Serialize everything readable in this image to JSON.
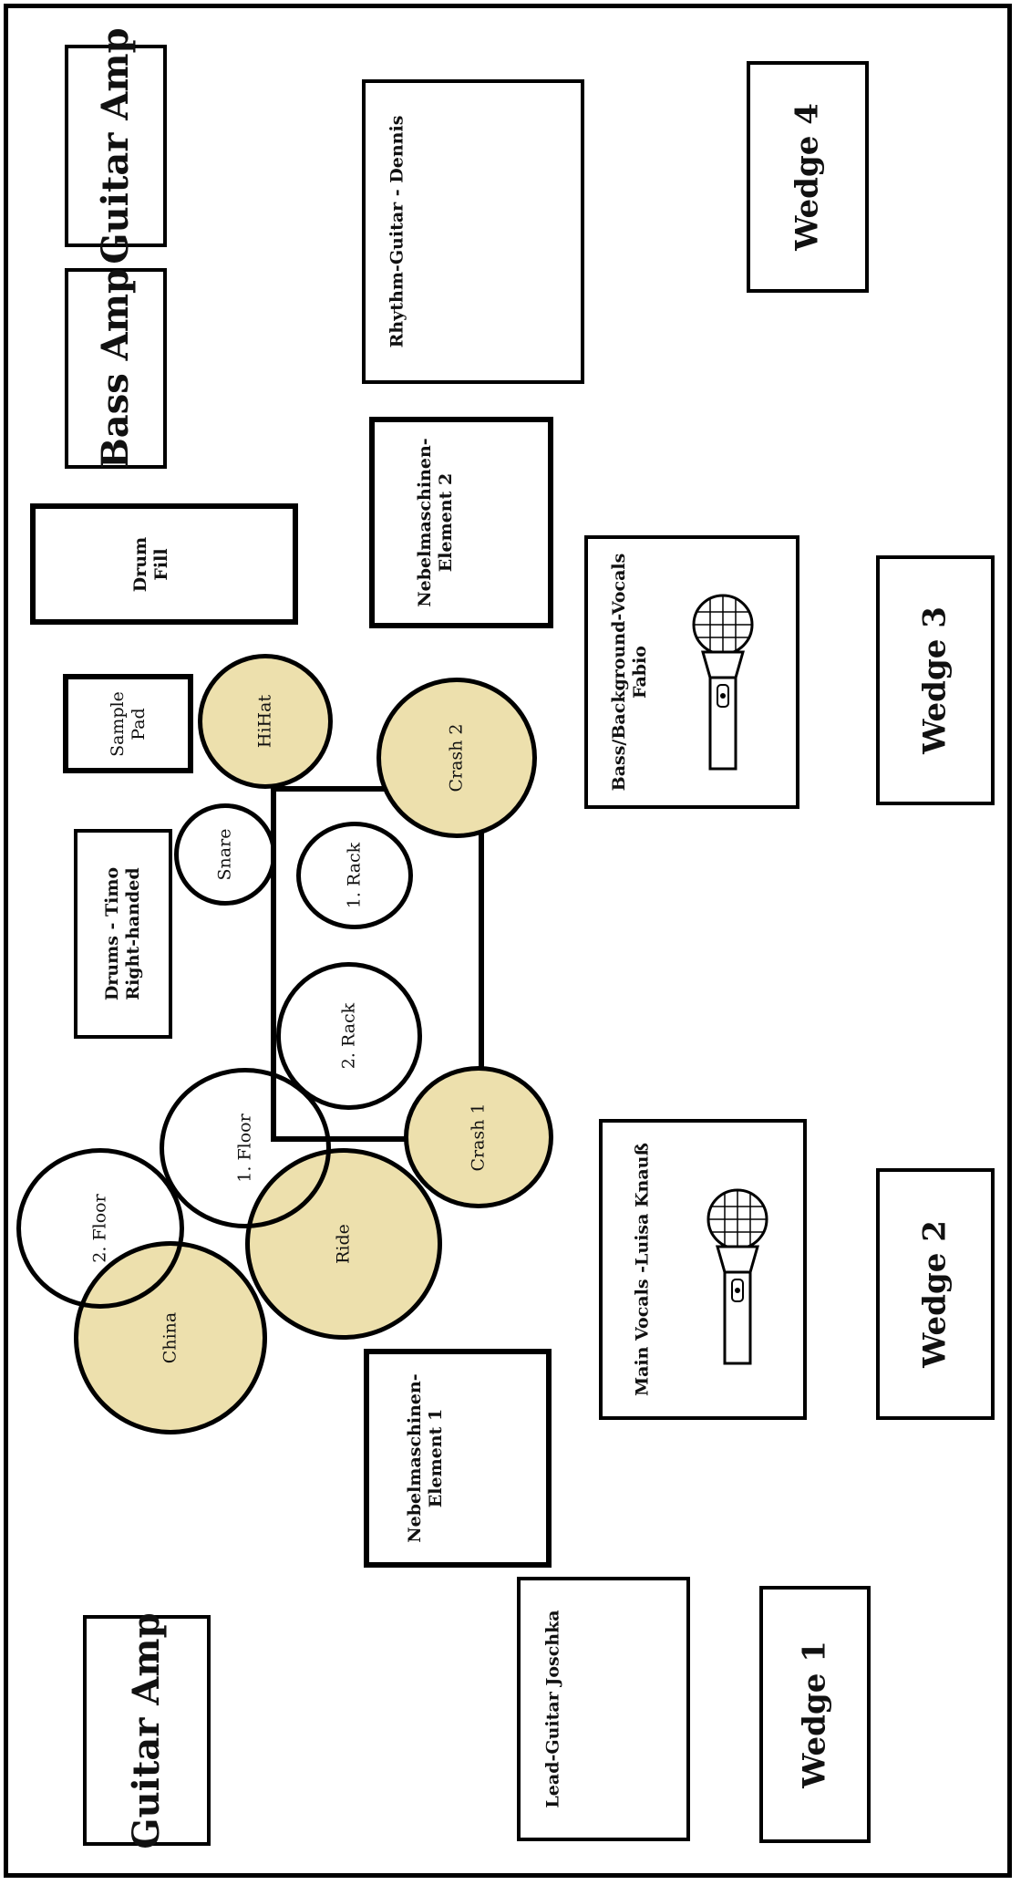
{
  "stage": {
    "items": {
      "guitar_amp_top": "Guitar Amp",
      "bass_amp": "Bass Amp",
      "drum_fill": [
        "Drum",
        "Fill"
      ],
      "sample_pad": [
        "Sample",
        "Pad"
      ],
      "drums_timo": [
        "Drums - Timo",
        "Right-handed"
      ],
      "guitar_amp_bottom": "Guitar Amp",
      "rhythm_guitar": "Rhythm-Guitar - Dennis",
      "fog_machine_2": [
        "Nebelmaschinen-",
        "Element 2"
      ],
      "fog_machine_1": [
        "Nebelmaschinen-",
        "Element 1"
      ],
      "lead_guitar": "Lead-Guitar Joschka",
      "bass_vocals": [
        "Bass/Background-Vocals",
        "Fabio"
      ],
      "main_vocals": "Main Vocals -Luisa Knauß",
      "wedge_4": "Wedge 4",
      "wedge_3": "Wedge 3",
      "wedge_2": "Wedge 2",
      "wedge_1": "Wedge 1"
    },
    "drumkit": {
      "hihat": "HiHat",
      "crash_2": "Crash 2",
      "snare": "Snare",
      "rack_1": "1. Rack",
      "rack_2": "2. Rack",
      "crash_1": "Crash 1",
      "floor_1": "1. Floor",
      "floor_2": "2. Floor",
      "ride": "Ride",
      "china": "China"
    },
    "colors": {
      "cymbal_fill": "#ede0ad",
      "outline": "#000000",
      "background": "#ffffff"
    },
    "icons": [
      "microphone-icon"
    ]
  }
}
